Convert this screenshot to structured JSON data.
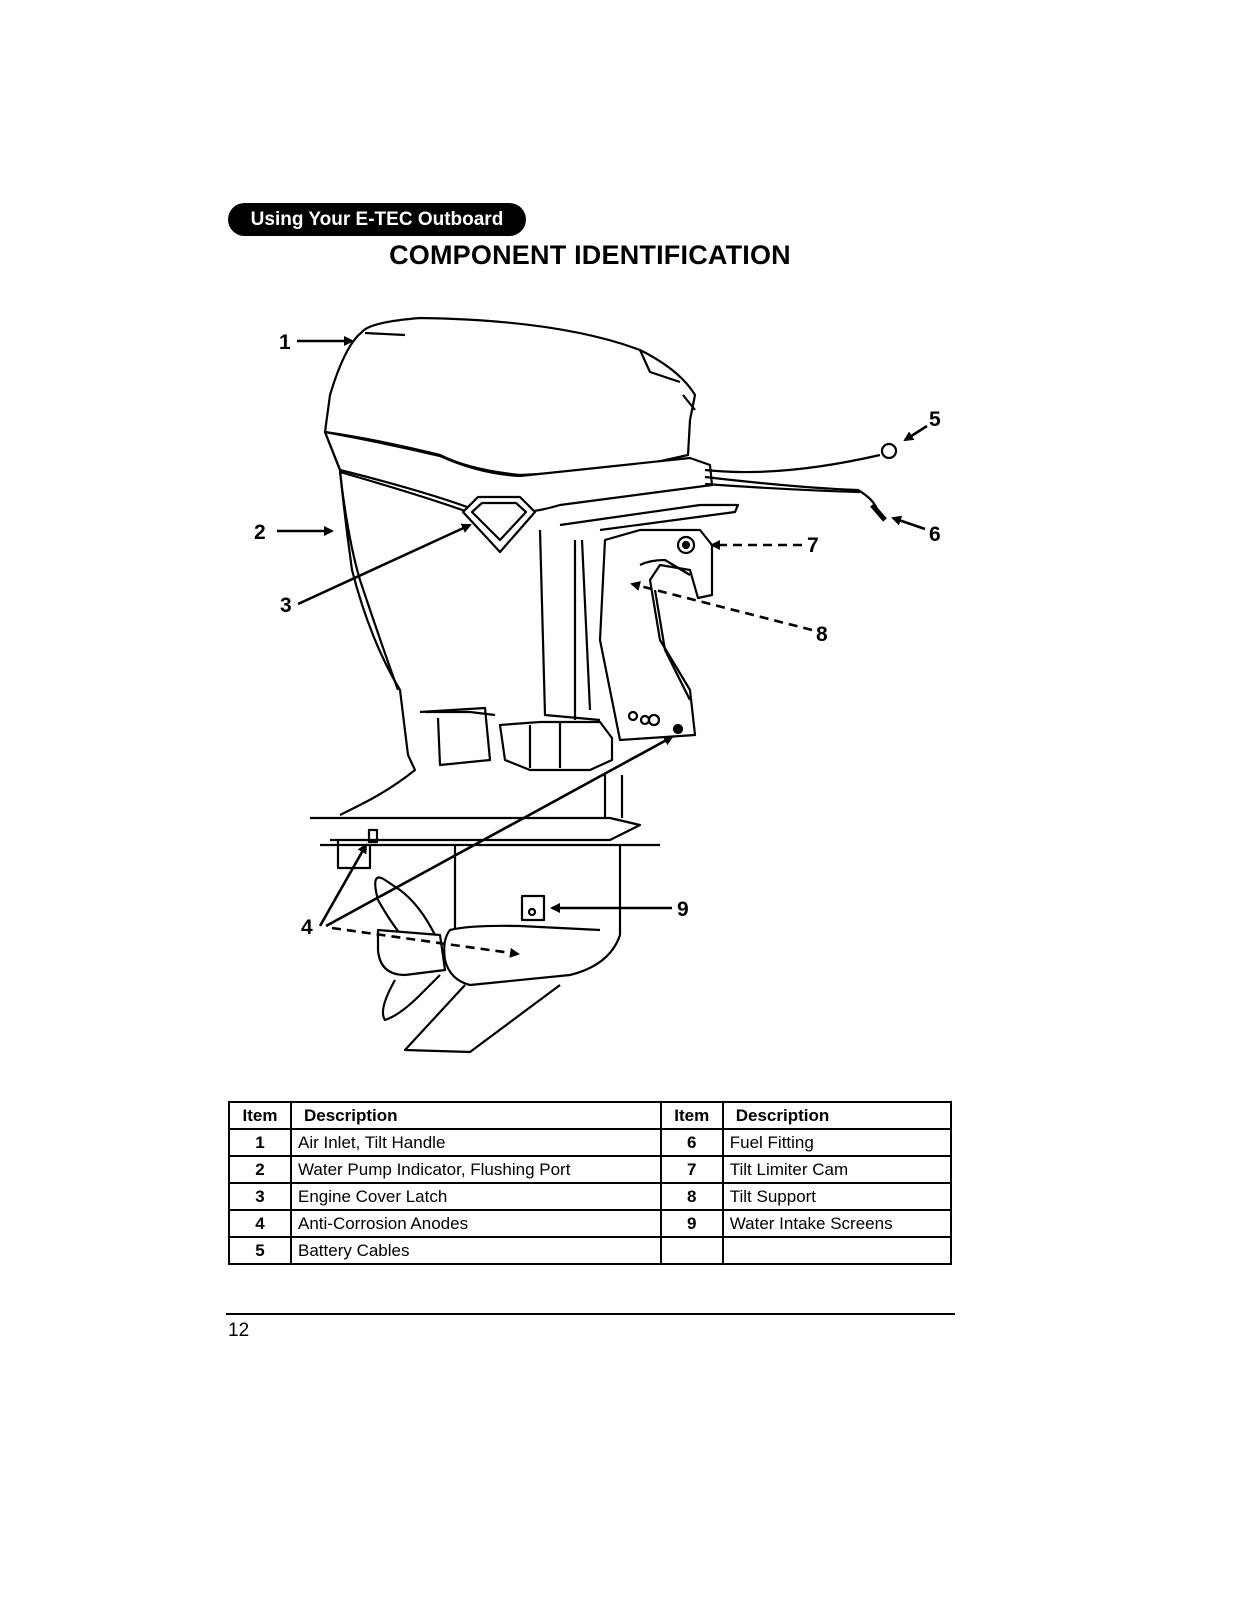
{
  "header": {
    "section_tab": "Using Your E-TEC Outboard",
    "title": "COMPONENT IDENTIFICATION"
  },
  "diagram": {
    "callouts": [
      "1",
      "2",
      "3",
      "4",
      "5",
      "6",
      "7",
      "8",
      "9"
    ]
  },
  "legend": {
    "headers": [
      "Item",
      "Description",
      "Item",
      "Description"
    ],
    "rows": [
      {
        "item_a": "1",
        "desc_a": "Air Inlet, Tilt Handle",
        "item_b": "6",
        "desc_b": "Fuel Fitting"
      },
      {
        "item_a": "2",
        "desc_a": "Water Pump Indicator, Flushing Port",
        "item_b": "7",
        "desc_b": "Tilt Limiter Cam"
      },
      {
        "item_a": "3",
        "desc_a": "Engine Cover Latch",
        "item_b": "8",
        "desc_b": "Tilt Support"
      },
      {
        "item_a": "4",
        "desc_a": "Anti-Corrosion Anodes",
        "item_b": "9",
        "desc_b": "Water Intake Screens"
      },
      {
        "item_a": "5",
        "desc_a": "Battery Cables",
        "item_b": "",
        "desc_b": ""
      }
    ]
  },
  "footer": {
    "page_number": "12"
  }
}
